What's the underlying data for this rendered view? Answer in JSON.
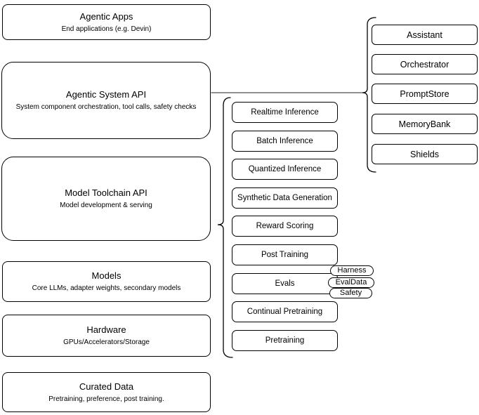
{
  "diagram": {
    "stack": [
      {
        "title": "Agentic Apps",
        "subtitle": "End applications (e.g. Devin)"
      },
      {
        "title": "Agentic System API",
        "subtitle": "System component orchestration, tool calls, safety checks"
      },
      {
        "title": "Model Toolchain API",
        "subtitle": "Model development & serving"
      },
      {
        "title": "Models",
        "subtitle": "Core LLMs, adapter weights, secondary models"
      },
      {
        "title": "Hardware",
        "subtitle": "GPUs/Accelerators/Storage"
      },
      {
        "title": "Curated Data",
        "subtitle": "Pretraining, preference, post training."
      }
    ],
    "toolchain_items": [
      "Realtime Inference",
      "Batch Inference",
      "Quantized Inference",
      "Synthetic Data Generation",
      "Reward Scoring",
      "Post Training",
      "Evals",
      "Continual Pretraining",
      "Pretraining"
    ],
    "eval_tags": [
      "Harness",
      "EvalData",
      "Safety"
    ],
    "system_components": [
      "Assistant",
      "Orchestrator",
      "PromptStore",
      "MemoryBank",
      "Shields"
    ],
    "colors": {
      "stroke": "#000000",
      "background": "#ffffff",
      "connector": "#4d4d4d"
    }
  }
}
